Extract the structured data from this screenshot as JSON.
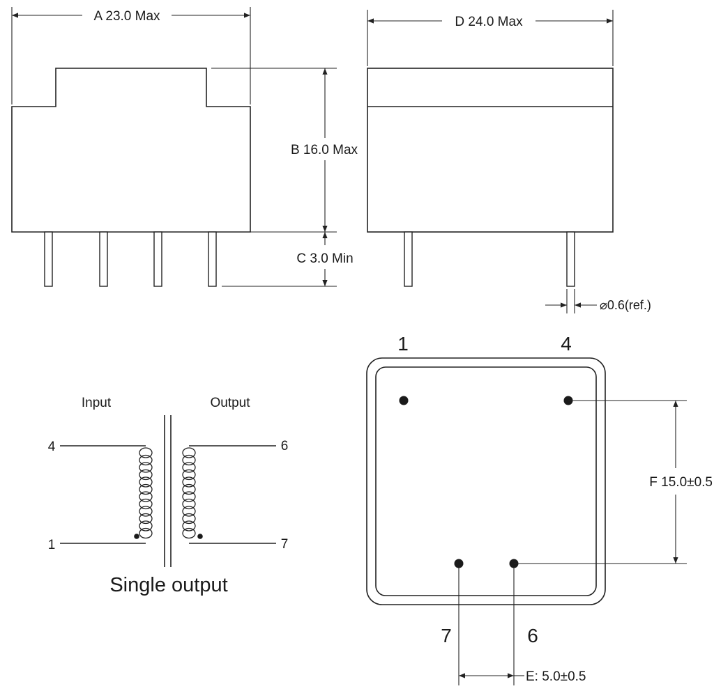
{
  "dimensions": {
    "a": "A 23.0 Max",
    "b": "B 16.0 Max",
    "c": "C 3.0 Min",
    "d": "D 24.0 Max",
    "pin_diameter": "⌀0.6(ref.)",
    "f": "F 15.0±0.5",
    "e": "E: 5.0±0.5"
  },
  "bottom_view": {
    "pin_labels": [
      "1",
      "4",
      "7",
      "6"
    ]
  },
  "schematic": {
    "input_label": "Input",
    "output_label": "Output",
    "pin_left_top": "4",
    "pin_left_bottom": "1",
    "pin_right_top": "6",
    "pin_right_bottom": "7",
    "caption": "Single output"
  }
}
